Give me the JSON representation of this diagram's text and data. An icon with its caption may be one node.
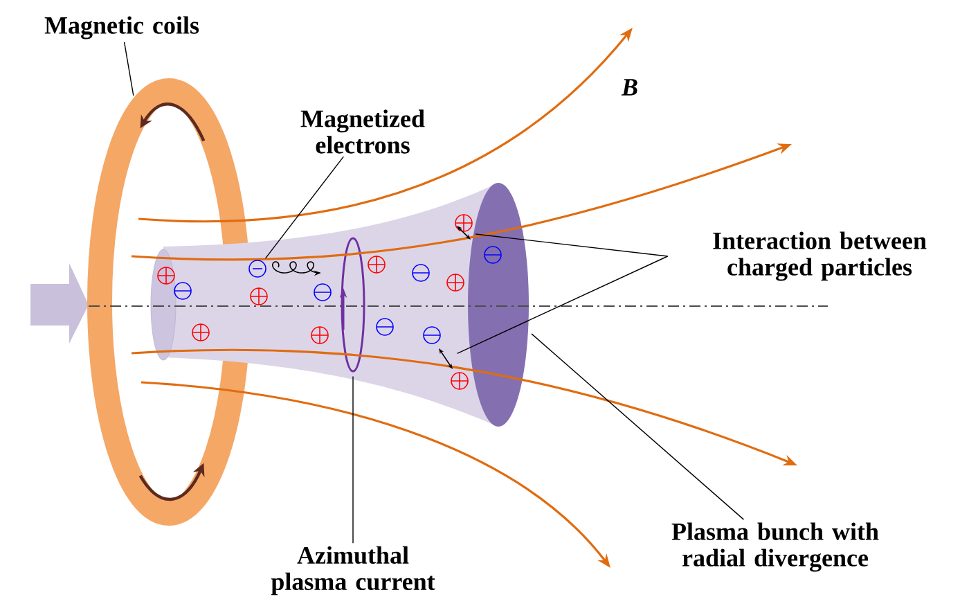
{
  "diagram": {
    "nodes": [
      {
        "text": [
          "Magnetic coils"
        ]
      },
      {
        "text": [],
        "shape": "ring"
      },
      {
        "text": [
          "Magnetized electrons"
        ]
      },
      {
        "text": [],
        "shape": "circle"
      },
      {
        "text": [
          "Interaction between charged particles"
        ]
      },
      {
        "text": [
          "Plasma bunch with radial divergence"
        ]
      },
      {
        "text": [],
        "shape": "ellipse"
      },
      {
        "text": [
          "Azimuthal plasma current"
        ]
      },
      {
        "text": [],
        "shape": "ring"
      },
      {
        "text": [],
        "shape": "arrow"
      },
      {
        "text": [],
        "shape": "arrow"
      }
    ],
    "edges": [
      {
        "from": 0,
        "to": 1,
        "arrow": "none"
      },
      {
        "from": 2,
        "to": 3,
        "arrow": "none"
      },
      {
        "from": 4,
        "to": 9,
        "arrow": "none"
      },
      {
        "from": 4,
        "to": 10,
        "arrow": "none"
      },
      {
        "from": 5,
        "to": 6,
        "arrow": "none"
      },
      {
        "from": 7,
        "to": 8,
        "arrow": "none"
      }
    ],
    "labels": [
      "*B*"
    ]
  }
}
